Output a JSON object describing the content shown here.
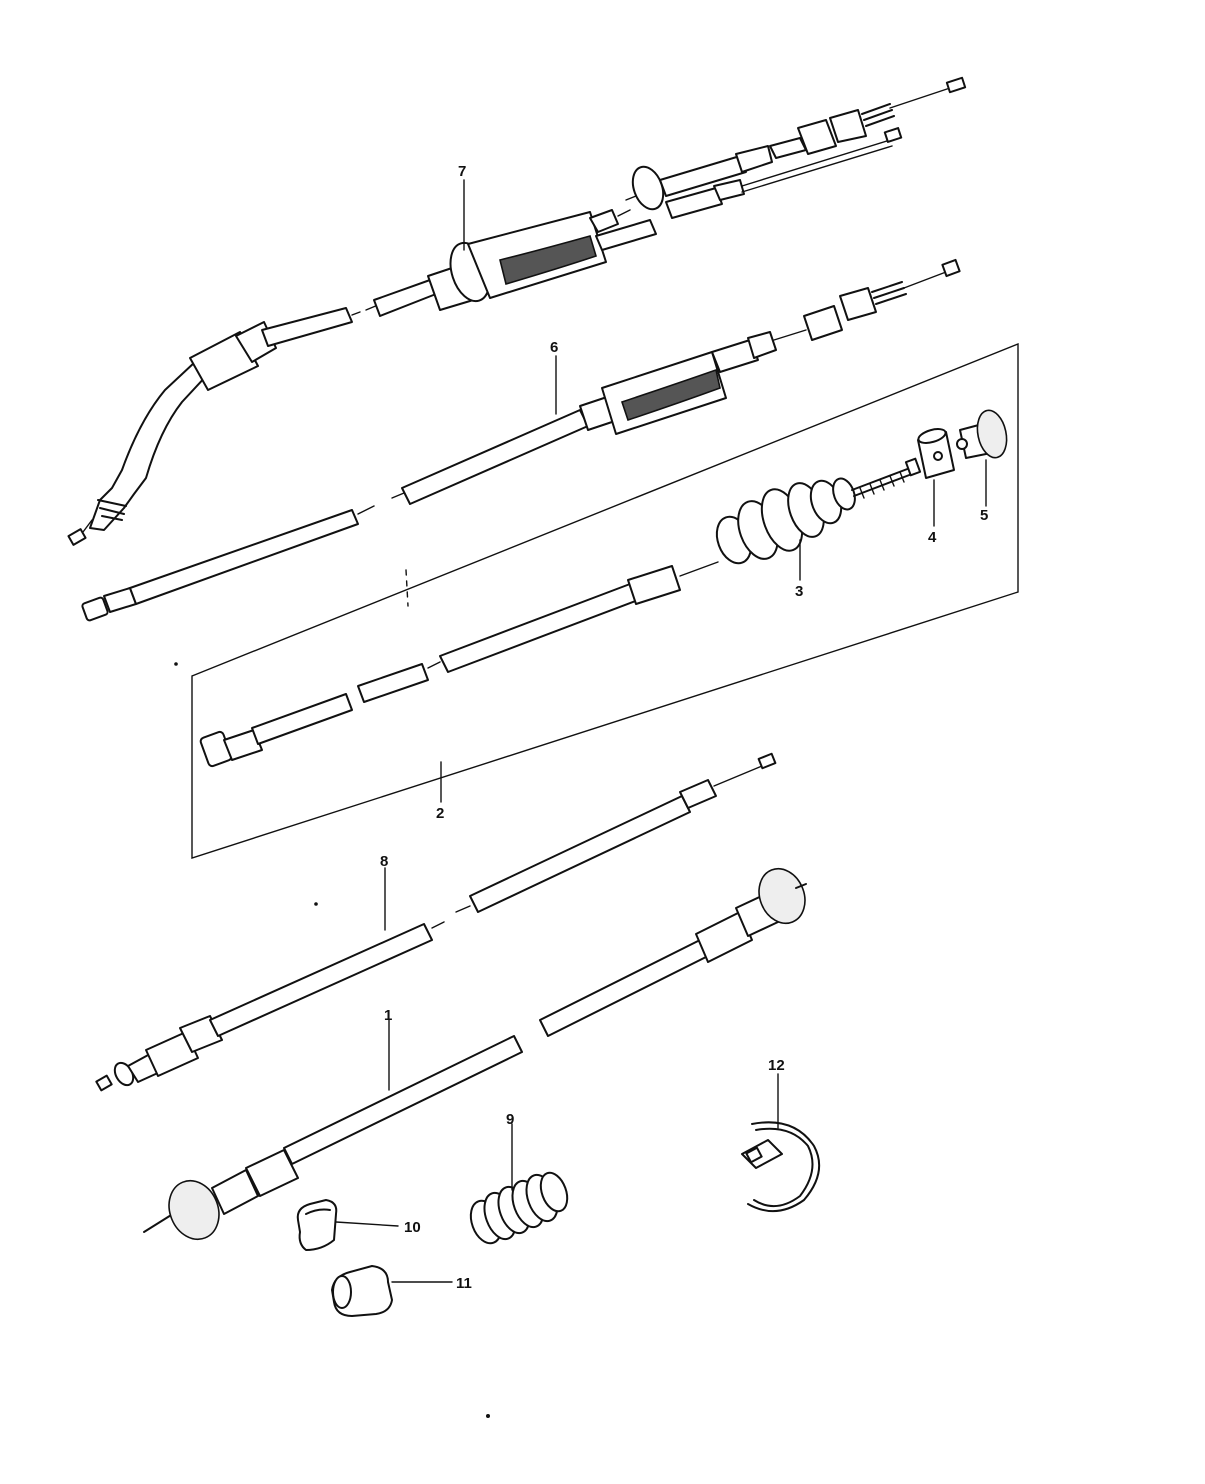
{
  "labels": {
    "part_1": "1",
    "part_2": "2",
    "part_3": "3",
    "part_4": "4",
    "part_5": "5",
    "part_6": "6",
    "part_7": "7",
    "part_8": "8",
    "part_9": "9",
    "part_10": "10",
    "part_11": "11",
    "part_12": "12"
  }
}
